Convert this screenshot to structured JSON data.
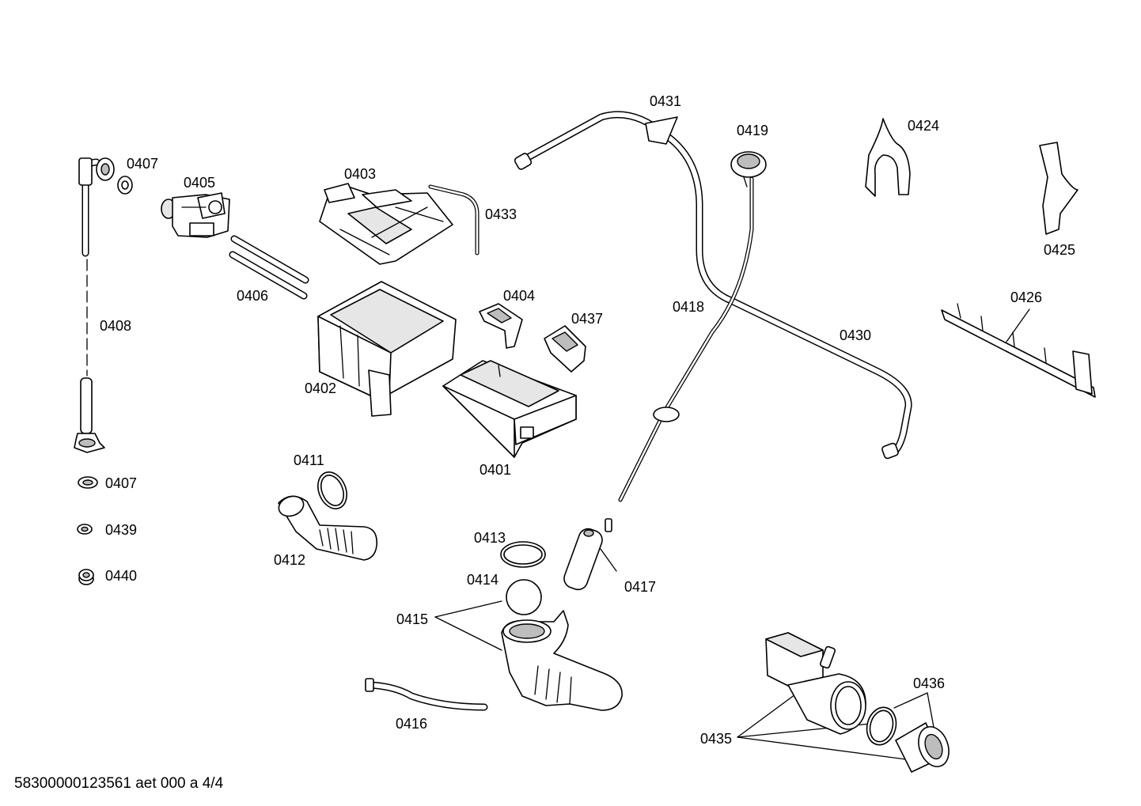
{
  "labels": {
    "p0401": "0401",
    "p0402": "0402",
    "p0403": "0403",
    "p0404": "0404",
    "p0405": "0405",
    "p0406": "0406",
    "p0407a": "0407",
    "p0407b": "0407",
    "p0408": "0408",
    "p0411": "0411",
    "p0412": "0412",
    "p0413": "0413",
    "p0414": "0414",
    "p0415": "0415",
    "p0416": "0416",
    "p0417": "0417",
    "p0418": "0418",
    "p0419": "0419",
    "p0424": "0424",
    "p0425": "0425",
    "p0426": "0426",
    "p0430": "0430",
    "p0431": "0431",
    "p0433": "0433",
    "p0435": "0435",
    "p0436": "0436",
    "p0437": "0437",
    "p0439": "0439",
    "p0440": "0440"
  },
  "footer": "58300000123561 aet 000 a 4/4"
}
